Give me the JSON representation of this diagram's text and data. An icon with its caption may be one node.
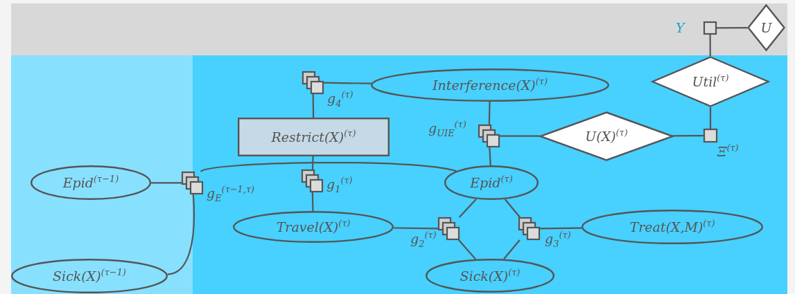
{
  "diagram": {
    "nodes": [
      {
        "text": [],
        "shape": "box",
        "beside": [
          "Υ"
        ]
      },
      {
        "text": [
          "U"
        ]
      },
      {
        "text": [
          "Util$^{(τ)}$"
        ]
      },
      {
        "text": [],
        "shape": "box",
        "beside": [
          "g$_{4}$$^{(τ)}$"
        ]
      },
      {
        "text": [
          "Interference(X)$^{(τ)}$"
        ]
      },
      {
        "text": [
          "Restrict(X)$^{(τ)}$"
        ]
      },
      {
        "text": [],
        "shape": "box",
        "beside": [
          "g$_{UIE}$$^{(τ)}$"
        ]
      },
      {
        "text": [
          "U(X)$^{(τ)}$"
        ]
      },
      {
        "text": [],
        "shape": "box",
        "beside": [
          "Ξ$^{(τ)}$"
        ]
      },
      {
        "text": [
          "Epid$^{(τ−1)}$"
        ]
      },
      {
        "text": [],
        "shape": "box",
        "beside": [
          "g$_{E}$$^{(τ−1,τ)}$"
        ]
      },
      {
        "text": [],
        "shape": "box",
        "beside": [
          "g$_{1}$$^{(τ)}$"
        ]
      },
      {
        "text": [
          "Epid$^{(τ)}$"
        ]
      },
      {
        "text": [
          "Travel(X)$^{(τ)}$"
        ]
      },
      {
        "text": [],
        "shape": "box",
        "beside": [
          "g$_{2}$$^{(τ)}$"
        ]
      },
      {
        "text": [],
        "shape": "box",
        "beside": [
          "g$_{3}$$^{(τ)}$"
        ]
      },
      {
        "text": [
          "Treat(X,M)$^{(τ)}$"
        ]
      },
      {
        "text": [
          "Sick(X)$^{(τ−1)}$"
        ]
      },
      {
        "text": [
          "Sick(X)$^{(τ)}$"
        ]
      }
    ],
    "edges": [
      {
        "from": 0,
        "to": 1,
        "arrow": "none"
      },
      {
        "from": 0,
        "to": 2,
        "arrow": "none"
      },
      {
        "from": 2,
        "to": 8,
        "arrow": "none"
      },
      {
        "from": 7,
        "to": 8,
        "arrow": "none"
      },
      {
        "from": 3,
        "to": 4,
        "arrow": "none"
      },
      {
        "from": 3,
        "to": 5,
        "arrow": "none"
      },
      {
        "from": 4,
        "to": 6,
        "arrow": "none"
      },
      {
        "from": 6,
        "to": 7,
        "arrow": "none"
      },
      {
        "from": 6,
        "to": 12,
        "arrow": "none"
      },
      {
        "from": 5,
        "to": 11,
        "arrow": "none"
      },
      {
        "from": 11,
        "to": 13,
        "arrow": "none"
      },
      {
        "from": 10,
        "to": 9,
        "arrow": "none"
      },
      {
        "from": 10,
        "to": 12,
        "arrow": "none"
      },
      {
        "from": 10,
        "to": 17,
        "arrow": "none"
      },
      {
        "from": 13,
        "to": 14,
        "arrow": "none"
      },
      {
        "from": 14,
        "to": 12,
        "arrow": "none"
      },
      {
        "from": 14,
        "to": 18,
        "arrow": "none"
      },
      {
        "from": 15,
        "to": 12,
        "arrow": "none"
      },
      {
        "from": 15,
        "to": 18,
        "arrow": "none"
      },
      {
        "from": 15,
        "to": 16,
        "arrow": "none"
      }
    ]
  }
}
